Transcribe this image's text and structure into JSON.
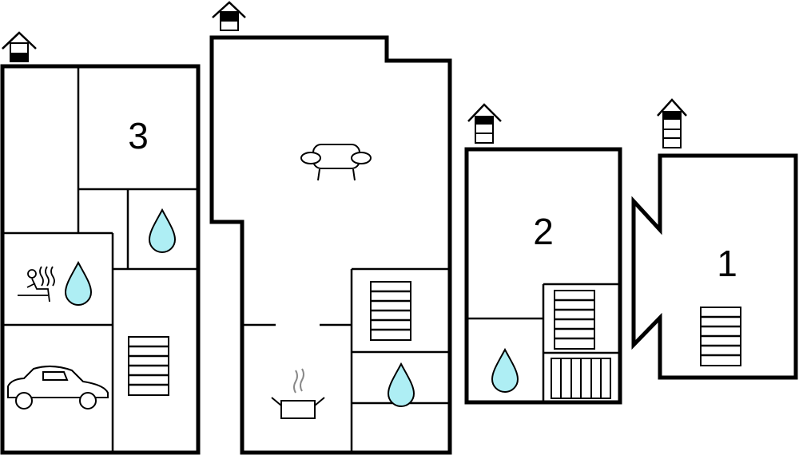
{
  "floors": [
    {
      "id": "floor-3",
      "label": "3",
      "level_indicator": "basement"
    },
    {
      "id": "floor-ground",
      "label": "",
      "level_indicator": "ground"
    },
    {
      "id": "floor-2",
      "label": "2",
      "level_indicator": "second"
    },
    {
      "id": "floor-1",
      "label": "1",
      "level_indicator": "top"
    }
  ],
  "colors": {
    "water": "#aeeef4",
    "wall": "#000000"
  },
  "icons": [
    "house-level-icon",
    "bedroom-label",
    "water-drop-icon",
    "sauna-icon",
    "car-garage-icon",
    "stairs-icon",
    "sofa-icon",
    "cooking-pot-icon",
    "radiator-icon"
  ]
}
